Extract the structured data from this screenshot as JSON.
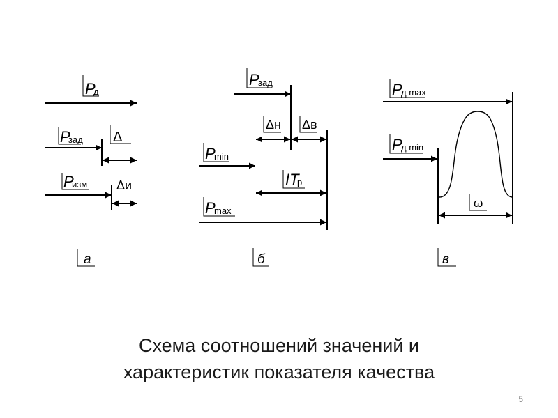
{
  "panel_a": {
    "label_rd": "д",
    "label_rzad": "зад",
    "label_delta": "Δ",
    "label_rizm": "изм",
    "label_deltai": "Δи",
    "panel_letter": "а"
  },
  "panel_b": {
    "label_rzad": "зад",
    "label_deltan": "Δн",
    "label_deltav": "Δв",
    "label_rmin": "min",
    "label_itr": "р",
    "label_rmax": "max",
    "panel_letter": "б"
  },
  "panel_v": {
    "label_rdmax": "д max",
    "label_rdmin": "д min",
    "label_omega": "ω",
    "panel_letter": "в"
  },
  "caption": {
    "line1": "Схема соотношений значений и",
    "line2": "характеристик показателя качества"
  },
  "slide_number": "5"
}
